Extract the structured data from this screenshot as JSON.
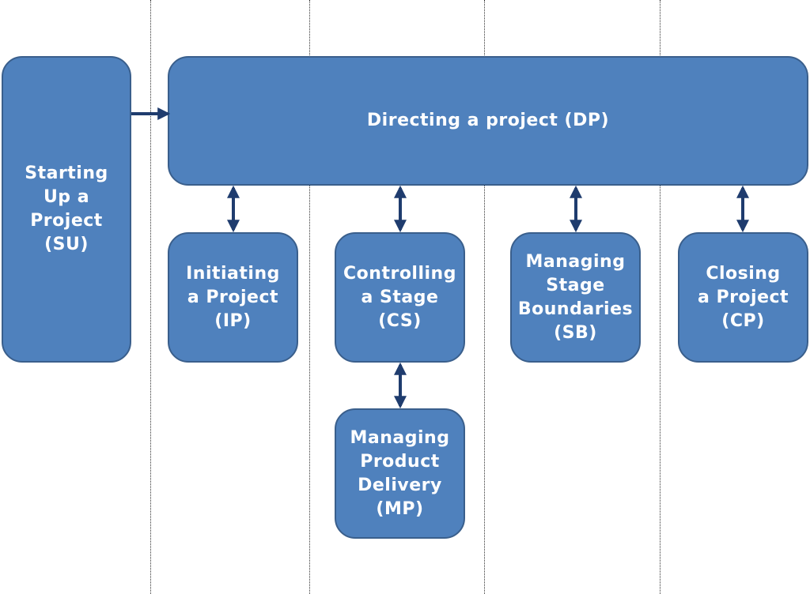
{
  "colors": {
    "box_fill": "#4F81BD",
    "box_border": "#3A5F8C",
    "arrow": "#1F3C6E",
    "text": "#FFFFFF"
  },
  "processes": {
    "su": {
      "lines": [
        "Starting",
        "Up a",
        "Project",
        "(SU)"
      ]
    },
    "dp": {
      "lines": [
        "Directing a project (DP)"
      ]
    },
    "ip": {
      "lines": [
        "Initiating",
        "a Project",
        "(IP)"
      ]
    },
    "cs": {
      "lines": [
        "Controlling",
        "a Stage",
        "(CS)"
      ]
    },
    "sb": {
      "lines": [
        "Managing",
        "Stage",
        "Boundaries",
        "(SB)"
      ]
    },
    "cp": {
      "lines": [
        "Closing",
        "a Project",
        "(CP)"
      ]
    },
    "mp": {
      "lines": [
        "Managing",
        "Product",
        "Delivery",
        "(MP)"
      ]
    }
  }
}
